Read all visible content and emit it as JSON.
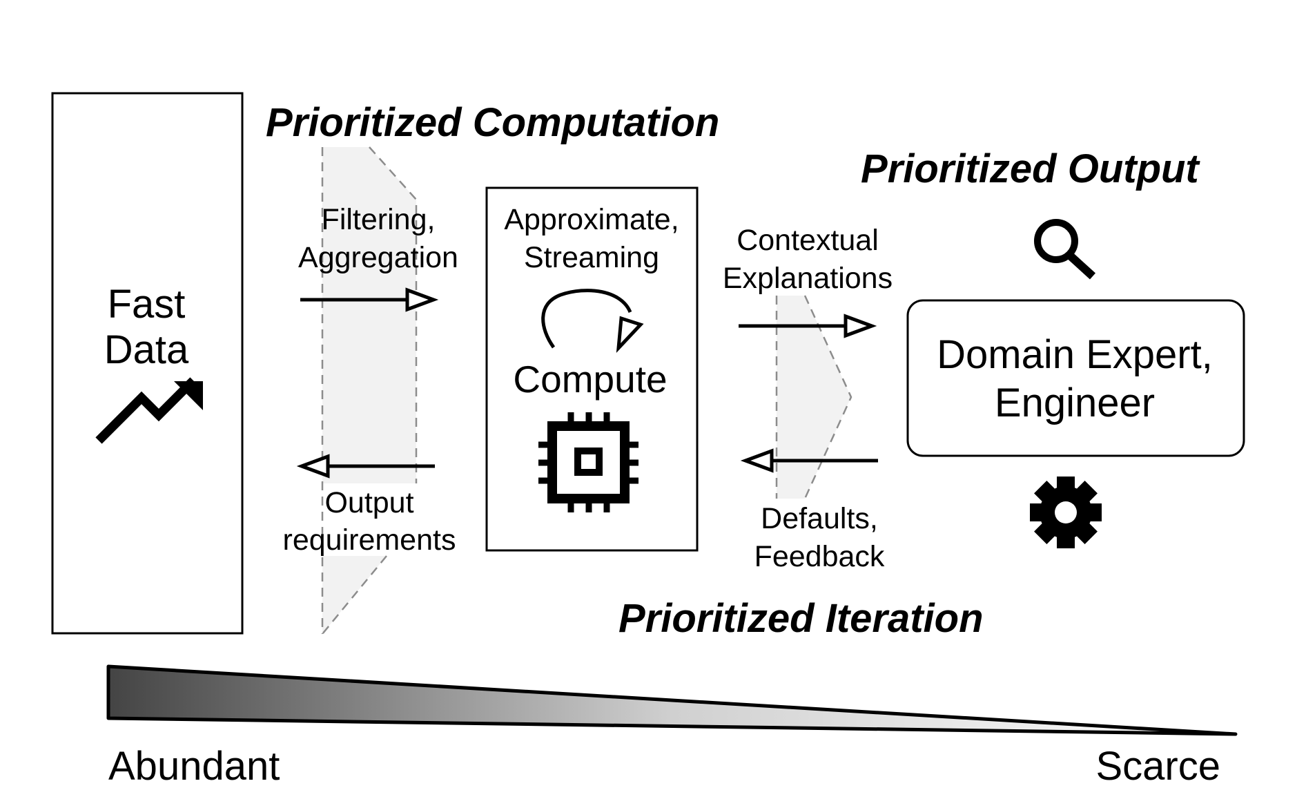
{
  "headings": {
    "computation": "Prioritized Computation",
    "output": "Prioritized Output",
    "iteration": "Prioritized Iteration"
  },
  "fast_data": {
    "line1": "Fast",
    "line2": "Data",
    "icon": "trending-up-icon"
  },
  "filter_arrow": {
    "line1": "Filtering,",
    "line2": "Aggregation"
  },
  "requirements_arrow": {
    "line1": "Output",
    "line2": "requirements"
  },
  "compute_box": {
    "line1": "Approximate,",
    "line2": "Streaming",
    "title": "Compute",
    "loop_icon": "loop-arrow-icon",
    "chip_icon": "cpu-chip-icon"
  },
  "explanations_arrow": {
    "line1": "Contextual",
    "line2": "Explanations"
  },
  "feedback_arrow": {
    "line1": "Defaults,",
    "line2": "Feedback"
  },
  "expert_box": {
    "line1": "Domain Expert,",
    "line2": "Engineer",
    "search_icon": "search-icon",
    "gear_icon": "gear-icon"
  },
  "scale": {
    "left": "Abundant",
    "right": "Scarce"
  },
  "colors": {
    "stroke": "#000000",
    "funnel_fill": "#f2f2f2",
    "funnel_dash": "#8c8c8c",
    "gradient_dark": "#444444",
    "gradient_light": "#ffffff"
  }
}
